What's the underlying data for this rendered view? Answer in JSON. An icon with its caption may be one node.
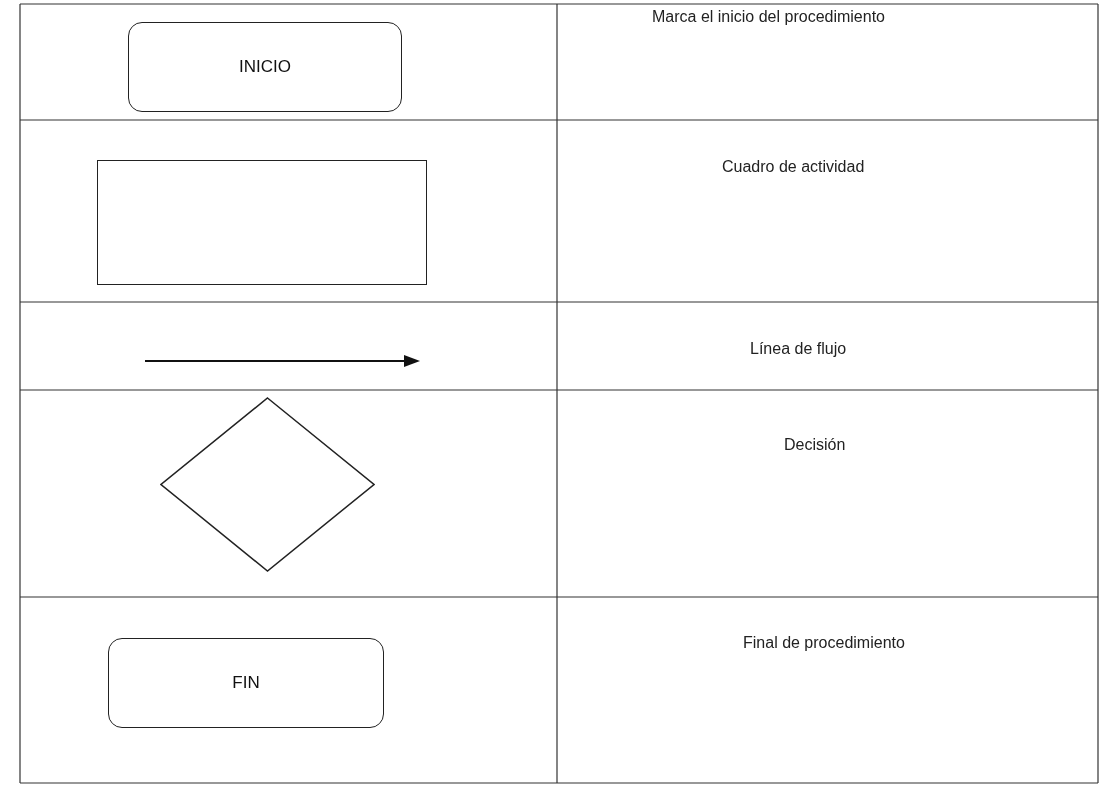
{
  "diagram": {
    "nodes": [
      {
        "text": [
          "INICIO"
        ]
      },
      {
        "text": [],
        "shape": "box"
      },
      {
        "text": [],
        "shape": "diamond"
      },
      {
        "text": [
          "FIN"
        ]
      }
    ],
    "labels": [
      "Marca el inicio del procedimiento",
      "Cuadro de actividad",
      "Línea de flujo",
      "Decisión",
      "Final de procedimiento"
    ]
  }
}
